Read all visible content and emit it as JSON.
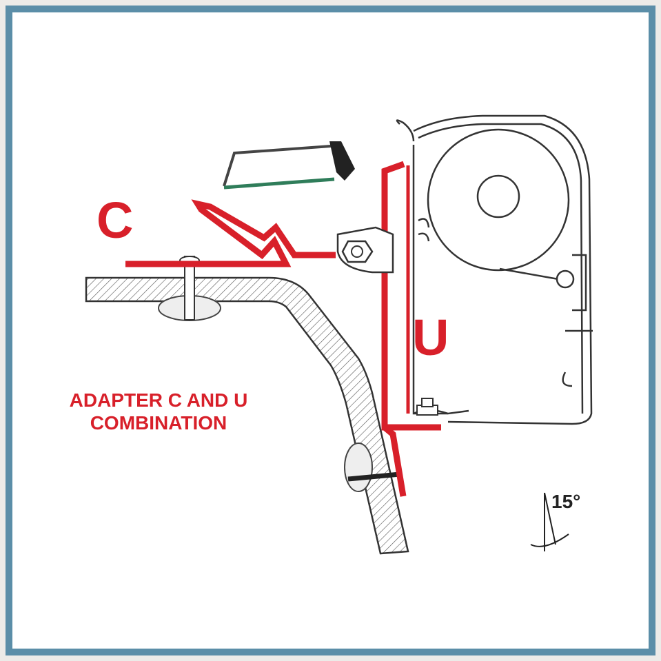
{
  "labels": {
    "c": "C",
    "u": "U",
    "title_line1": "ADAPTER C AND U",
    "title_line2": "COMBINATION",
    "angle": "15°"
  },
  "colors": {
    "frame": "#5b8ea8",
    "adapter": "#d8202a",
    "line": "#333333"
  }
}
